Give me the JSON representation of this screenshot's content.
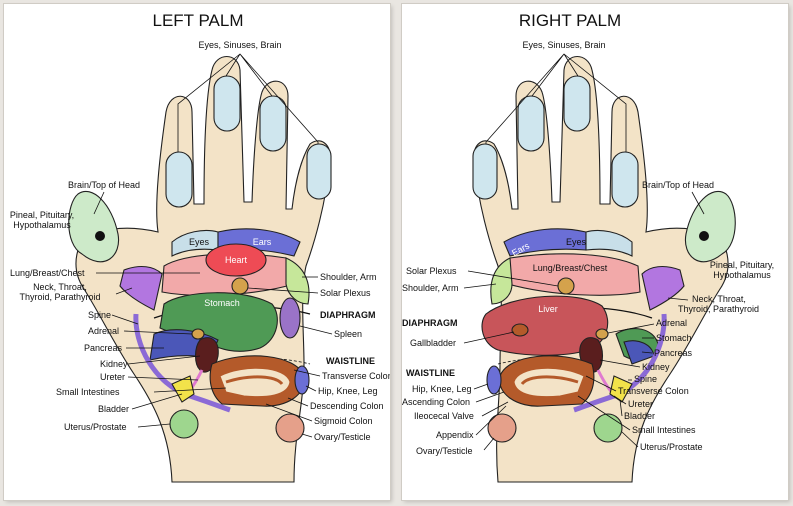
{
  "left": {
    "title": "LEFT PALM",
    "labels": {
      "eyes_sinuses_brain": "Eyes, Sinuses, Brain",
      "brain_top_head": "Brain/Top of Head",
      "pineal_1": "Pineal, Pituitary,",
      "pineal_2": "Hypothalamus",
      "lung": "Lung/Breast/Chest",
      "neck_1": "Neck, Throat,",
      "neck_2": "Thyroid, Parathyroid",
      "spine": "Spine",
      "adrenal": "Adrenal",
      "pancreas": "Pancreas",
      "kidney": "Kidney",
      "ureter": "Ureter",
      "small_intestines": "Small Intestines",
      "bladder": "Bladder",
      "uterus": "Uterus/Prostate",
      "shoulder": "Shoulder, Arm",
      "solar_plexus": "Solar Plexus",
      "diaphragm": "DIAPHRAGM",
      "spleen": "Spleen",
      "waistline": "WAISTLINE",
      "transverse_colon": "Transverse Colon",
      "hip": "Hip, Knee, Leg",
      "descending_colon": "Descending Colon",
      "sigmoid_colon": "Sigmoid Colon",
      "ovary": "Ovary/Testicle",
      "eyes_zone": "Eyes",
      "ears_zone": "Ears",
      "heart_zone": "Heart",
      "stomach_zone": "Stomach"
    }
  },
  "right": {
    "title": "RIGHT PALM",
    "labels": {
      "eyes_sinuses_brain": "Eyes, Sinuses, Brain",
      "brain_top_head": "Brain/Top of Head",
      "pineal_1": "Pineal, Pituitary,",
      "pineal_2": "Hypothalamus",
      "solar_plexus": "Solar Plexus",
      "shoulder": "Shoulder, Arm",
      "diaphragm": "DIAPHRAGM",
      "gallbladder": "Gallbladder",
      "waistline": "WAISTLINE",
      "hip": "Hip, Knee, Leg",
      "ascending_colon": "Ascending Colon",
      "ileocecal": "Ileocecal Valve",
      "appendix": "Appendix",
      "ovary": "Ovary/Testicle",
      "neck_1": "Neck, Throat,",
      "neck_2": "Thyroid, Parathyroid",
      "adrenal": "Adrenal",
      "stomach": "Stomach",
      "pancreas": "Pancreas",
      "kidney": "Kidney",
      "spine": "Spine",
      "transverse_colon": "Transverse Colon",
      "ureter": "Ureter",
      "bladder": "Bladder",
      "small_intestines": "Small Intestines",
      "uterus": "Uterus/Prostate",
      "ears_zone": "Ears",
      "eyes_zone": "Eyes",
      "lung_zone": "Lung/Breast/Chest",
      "liver_zone": "Liver"
    }
  },
  "colors": {
    "skin": "#f3e3c7",
    "fingertip": "#cfe6ee",
    "thumb": "#cdeac9",
    "eyes": "#c8dfe9",
    "ears": "#6b6fd6",
    "heart": "#ee4b55",
    "lung": "#f2a9a9",
    "solar_plexus": "#d4a24c",
    "shoulder": "#c6e79a",
    "neck": "#b276e0",
    "stomach": "#4f9a55",
    "liver": "#c8555a",
    "spleen": "#9a73c8",
    "pancreas": "#4b57b8",
    "kidney": "#5a1e1e",
    "intestine": "#b45a2a",
    "bladder": "#f2e24a",
    "ureter": "#e07ad0",
    "spine": "#8b6ad6",
    "uterus": "#9ed68e",
    "ovary": "#e5a08a"
  }
}
